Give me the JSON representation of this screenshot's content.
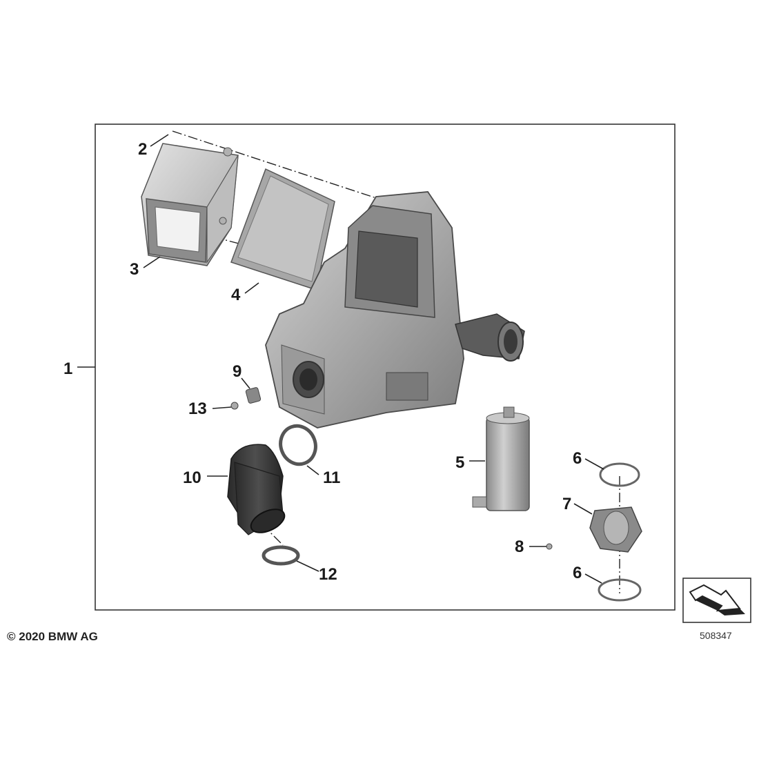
{
  "diagram": {
    "callouts": {
      "c1": "1",
      "c2": "2",
      "c3": "3",
      "c4": "4",
      "c5": "5",
      "c6a": "6",
      "c6b": "6",
      "c7": "7",
      "c8": "8",
      "c9": "9",
      "c10": "10",
      "c11": "11",
      "c12": "12",
      "c13": "13"
    },
    "copyright": "© 2020 BMW AG",
    "diagram_number": "508347"
  },
  "colors": {
    "frame": "#333333",
    "part_light": "#c9c9c9",
    "part_mid": "#9e9e9e",
    "part_dark": "#6d6d6d",
    "hose": "#3a3a3a"
  },
  "icons": [
    "orientation-arrow-icon"
  ]
}
